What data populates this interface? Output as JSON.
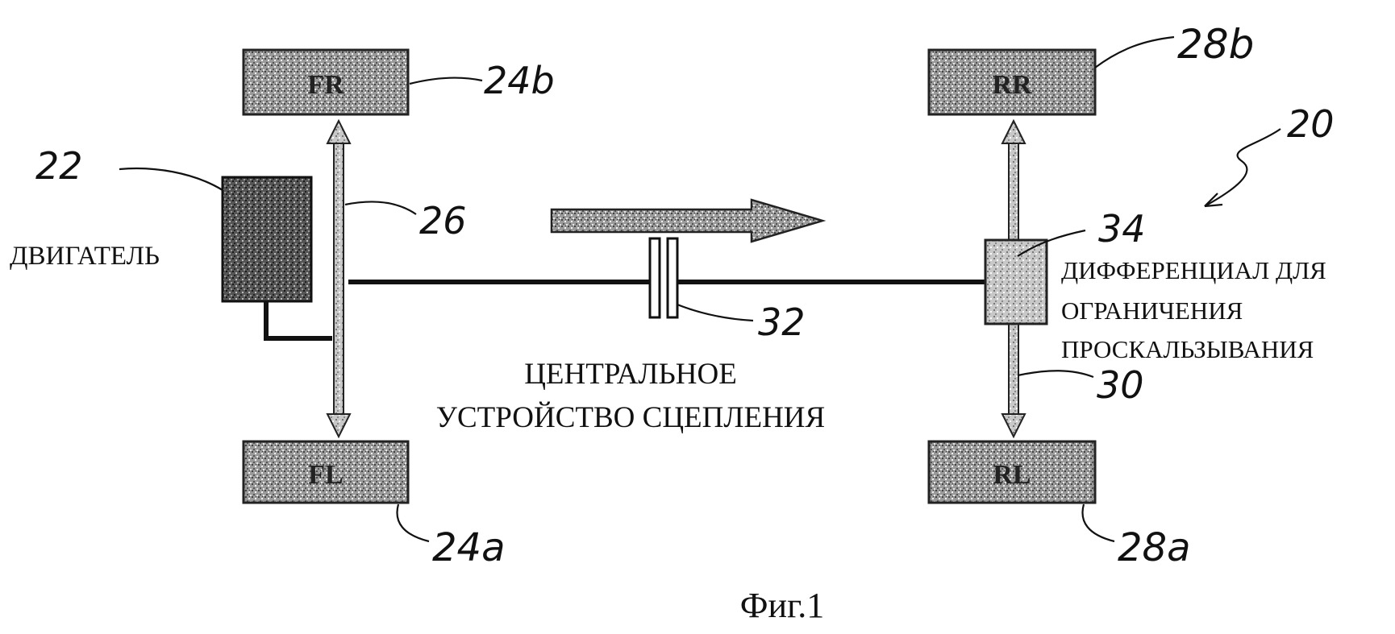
{
  "figure": {
    "caption": "Фиг.1",
    "labels": {
      "engine": "ДВИГАТЕЛЬ",
      "center_clutch_line1": "ЦЕНТРАЛЬНОЕ",
      "center_clutch_line2": "УСТРОЙСТВО СЦЕПЛЕНИЯ",
      "lsd_line1": "ДИФФЕРЕНЦИАЛ ДЛЯ",
      "lsd_line2": "ОГРАНИЧЕНИЯ",
      "lsd_line3": "ПРОСКАЛЬЗЫВАНИЯ"
    },
    "wheels": {
      "front_right": "FR",
      "front_left": "FL",
      "rear_right": "RR",
      "rear_left": "RL"
    },
    "refs": {
      "vehicle": "20",
      "engine": "22",
      "front_left_wheel": "24a",
      "front_right_wheel": "24b",
      "front_axle": "26",
      "rear_left_wheel": "28a",
      "rear_right_wheel": "28b",
      "rear_axle": "30",
      "center_clutch": "32",
      "lsd": "34"
    }
  }
}
